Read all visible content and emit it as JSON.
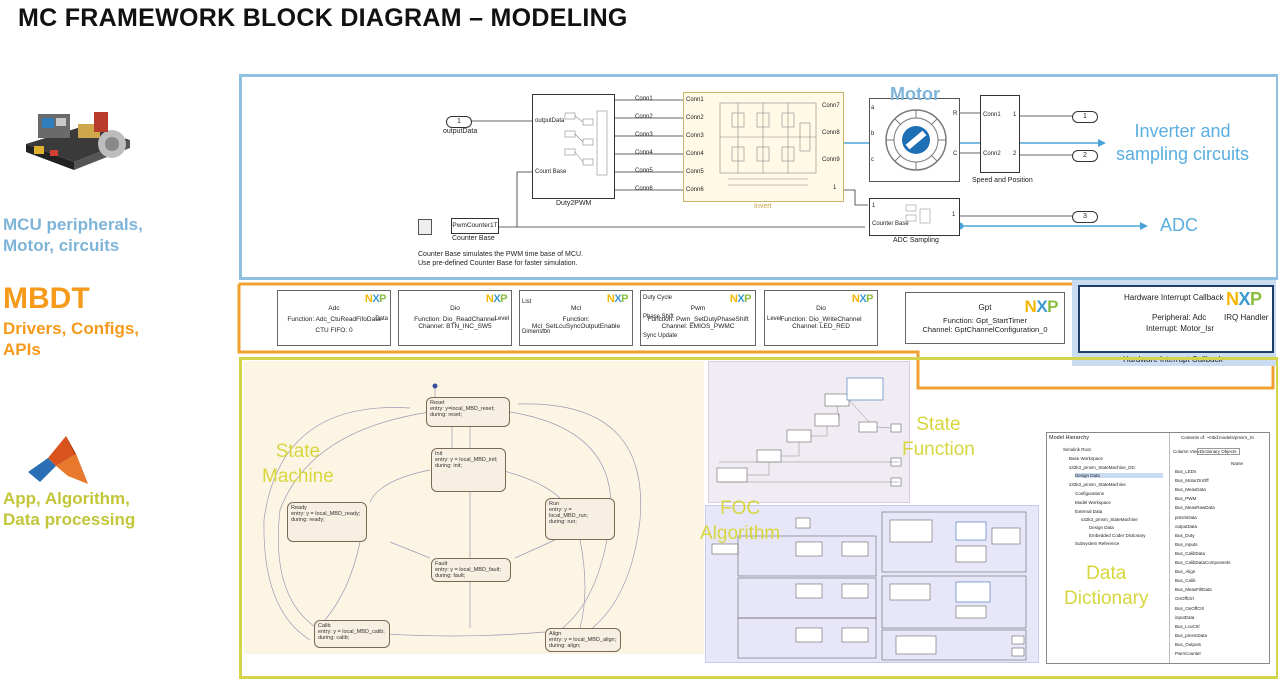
{
  "title": "MC FRAMEWORK BLOCK DIAGRAM – MODELING",
  "left": {
    "mcu_label": [
      "MCU peripherals,",
      "Motor, circuits"
    ],
    "mbdt_title": "MBDT",
    "mbdt_sub": [
      "Drivers, Configs,",
      "APIs"
    ],
    "app_label": [
      "App, Algorithm,",
      "Data processing"
    ]
  },
  "model": {
    "output_port_num": "1",
    "output_data": "outputData",
    "duty_block": {
      "in1": "outputData",
      "in2": "Count Base",
      "name": "Duty2PWM",
      "conns": [
        "Conn1",
        "Conn2",
        "Conn3",
        "Conn4",
        "Conn5",
        "Conn6"
      ]
    },
    "invert": {
      "name": "Invert",
      "conns": [
        "Conn1",
        "Conn2",
        "Conn3",
        "Conn4",
        "Conn5",
        "Conn6"
      ],
      "outs": [
        "Conn7",
        "Conn8",
        "Conn9"
      ],
      "out1": "1"
    },
    "motor_label": "Motor",
    "motor_ports": [
      "a",
      "b",
      "c"
    ],
    "motor_rc": [
      "R",
      "C"
    ],
    "speed_block": {
      "in1": "Conn1",
      "in2": "Conn2",
      "out1": "1",
      "out2": "2",
      "name": "Speed and Position"
    },
    "outports": [
      "1",
      "2",
      "3"
    ],
    "pwm_counter": "PwmCounter1T",
    "counter_base": "Counter Base",
    "adc_block": {
      "in": "Counter Base",
      "in1": "1",
      "out": "1",
      "name": "ADC Sampling"
    },
    "note": [
      "Counter Base simulates the PWM time base of MCU.",
      "Use pre-defined Counter Base for faster simulation."
    ],
    "inverter_label": [
      "Inverter and",
      "sampling circuits"
    ],
    "adc_label": "ADC"
  },
  "mbdt_blocks": [
    {
      "name": "Adc",
      "lines": [
        "Function: Adc_CtuReadFifoData",
        "CTU FIFO: 0"
      ],
      "port_out": "Data"
    },
    {
      "name": "Dio",
      "lines": [
        "Function: Dio_ReadChannel",
        "Channel: BTN_INC_SW5"
      ],
      "port_out": "Level"
    },
    {
      "name": "Mcl",
      "lines": [
        "Function: Mcl_SetLcuSyncOutputEnable"
      ],
      "ports_in": [
        "List",
        "Dimension"
      ]
    },
    {
      "name": "Pwm",
      "lines": [
        "Function: Pwm_SetDutyPhaseShift",
        "Channel: EMIOS_PWMC"
      ],
      "ports_in": [
        "Duty Cycle",
        "Phase Shift",
        "Sync Update"
      ]
    },
    {
      "name": "Dio",
      "lines": [
        "Function: Dio_WriteChannel",
        "Channel: LED_RED"
      ],
      "ports_in": [
        "Level"
      ]
    },
    {
      "name": "Gpt",
      "lines": [
        "Function: Gpt_StartTimer",
        "Channel: GptChannelConfiguration_0"
      ]
    }
  ],
  "hw_irq": {
    "title": "Hardware Interrupt Callback",
    "peripheral": "Peripheral: Adc",
    "interrupt": "Interrupt: Motor_Isr",
    "handler": "IRQ Handler",
    "caption": "Hardware Interrupt Callback"
  },
  "app": {
    "state_machine_label": [
      "State",
      "Machine"
    ],
    "state_function_label": [
      "State",
      "Function"
    ],
    "foc_label": [
      "FOC",
      "Algorithm"
    ],
    "data_dict_label": [
      "Data",
      "Dictionary"
    ],
    "states": [
      {
        "name": "Reset",
        "entry": "entry: y=local_MBD_reset;",
        "during": "during: reset;"
      },
      {
        "name": "Init",
        "entry": "entry: y = local_MBD_init;",
        "during": "during: init;"
      },
      {
        "name": "Ready",
        "entry": "entry: y = local_MBD_ready;",
        "during": "during: ready;"
      },
      {
        "name": "Run",
        "entry": "entry: y = local_MBD_run;",
        "during": "during: run;"
      },
      {
        "name": "Fault",
        "entry": "entry: y = local_MBD_fault;",
        "during": "during: fault;"
      },
      {
        "name": "Calib",
        "entry": "entry: y = local_MBD_calib;",
        "during": "during: calib;"
      },
      {
        "name": "Align",
        "entry": "entry: y = local_MBD_align;",
        "during": "during: align;"
      }
    ],
    "model_hierarchy": {
      "title": "Model Hierarchy",
      "items": [
        "Simulink Root",
        "Base Workspace",
        "s32k3_pmsm_StateMachine_DD",
        "Design Data",
        "s32k3_pmsm_StateMachine",
        "Configurations",
        "Model Workspace",
        "External Data",
        "s32k3_pmsm_StateMachine",
        "Design Data",
        "Embedded Coder Dictionary",
        "Subsystem Reference"
      ]
    },
    "contents": {
      "title": "Contents of: ~mbd:models/pmsm_Si",
      "column_view": "Column View:",
      "column_view_value": "Dictionary Objects",
      "name_header": "Name",
      "items": [
        "Bus_LEDs",
        "Bus_MotorOnOff",
        "Bus_MeasData",
        "Bus_PWM",
        "Bus_MeasRawData",
        "pmsmData",
        "outputData",
        "Bus_Duty",
        "Bus_Inputs",
        "Bus_CalibData",
        "Bus_CalibDataComponents",
        "Bus_Align",
        "Bus_Calib",
        "Bus_MeasFiltData",
        "OnOffCtrl",
        "Bus_OnOffCtrl",
        "inputData",
        "Bus_LcuCtrl",
        "Bus_pmsmData",
        "Bus_Outputs",
        "PwmCounter"
      ]
    }
  },
  "colors": {
    "blue": "#7fb4d9",
    "orange": "#f59a1a",
    "green": "#c3c63a",
    "arrow_blue": "#4aa3d8",
    "irq_fill": "#c9dcf0"
  }
}
